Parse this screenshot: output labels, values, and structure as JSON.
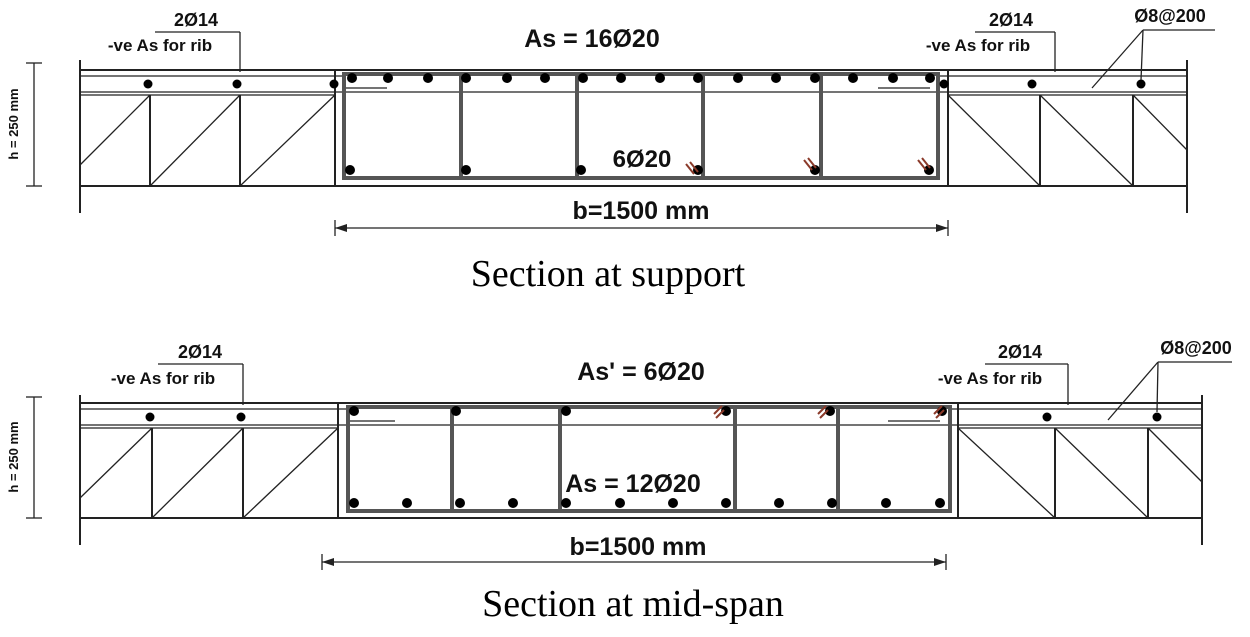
{
  "sections": [
    {
      "caption": "Section at support",
      "height_label": "h = 250 mm",
      "width_label": "b=1500 mm",
      "top_label": "As = 16Ø20",
      "bottom_label": "6Ø20",
      "rib_left": {
        "bars": "2Ø14",
        "desc": "-ve As for rib"
      },
      "rib_right": {
        "bars": "2Ø14",
        "desc": "-ve As for rib"
      },
      "slab_label": "Ø8@200",
      "top_bar_count": 16,
      "bottom_bar_count": 6
    },
    {
      "caption": "Section at mid-span",
      "height_label": "h = 250 mm",
      "width_label": "b=1500 mm",
      "top_label": "As' = 6Ø20",
      "bottom_label": "As = 12Ø20",
      "rib_left": {
        "bars": "2Ø14",
        "desc": "-ve As for rib"
      },
      "rib_right": {
        "bars": "2Ø14",
        "desc": "-ve As for rib"
      },
      "slab_label": "Ø8@200",
      "top_bar_count": 6,
      "bottom_bar_count": 12
    }
  ],
  "colors": {
    "line": "#222222",
    "stirrup": "#555555",
    "bar": "#000000",
    "hook": "#8b3a2a"
  }
}
